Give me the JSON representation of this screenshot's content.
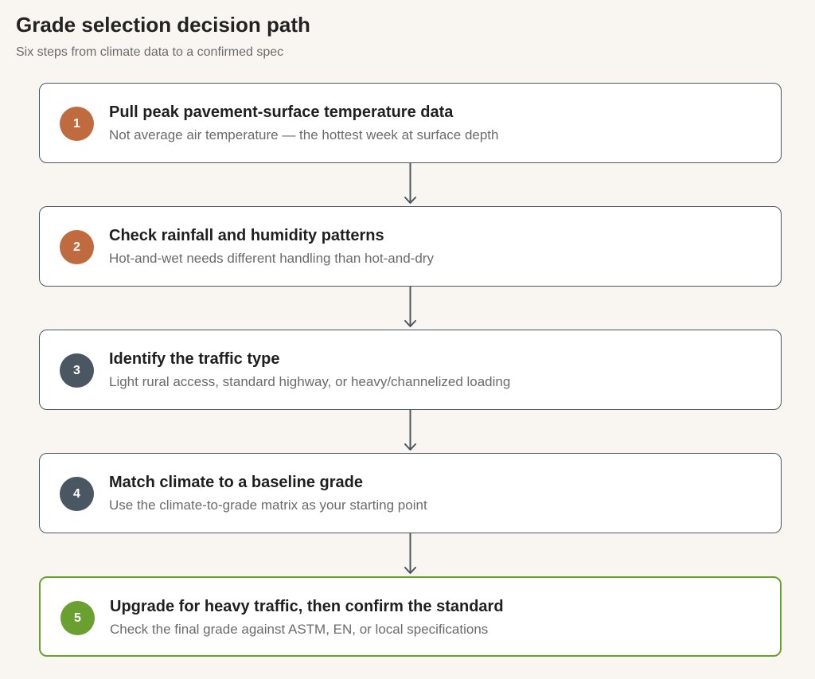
{
  "header": {
    "title": "Grade selection decision path",
    "subtitle": "Six steps from climate data to a confirmed spec"
  },
  "colors": {
    "background": "#f9f6f1",
    "badge_climate": "#bf6a3f",
    "badge_planning": "#4a5661",
    "badge_final": "#6aa02f",
    "card_border": "#4a5661",
    "final_border": "#6aa02f",
    "arrow": "#4a5661"
  },
  "steps": [
    {
      "number": "1",
      "title": "Pull peak pavement-surface temperature data",
      "description": "Not average air temperature — the hottest week at surface depth",
      "badge_color": "#bf6a3f",
      "final": false
    },
    {
      "number": "2",
      "title": "Check rainfall and humidity patterns",
      "description": "Hot-and-wet needs different handling than hot-and-dry",
      "badge_color": "#bf6a3f",
      "final": false
    },
    {
      "number": "3",
      "title": "Identify the traffic type",
      "description": "Light rural access, standard highway, or heavy/channelized loading",
      "badge_color": "#4a5661",
      "final": false
    },
    {
      "number": "4",
      "title": "Match climate to a baseline grade",
      "description": "Use the climate-to-grade matrix as your starting point",
      "badge_color": "#4a5661",
      "final": false
    },
    {
      "number": "5",
      "title": "Upgrade for heavy traffic, then confirm the standard",
      "description": "Check the final grade against ASTM, EN, or local specifications",
      "badge_color": "#6aa02f",
      "final": true
    }
  ]
}
